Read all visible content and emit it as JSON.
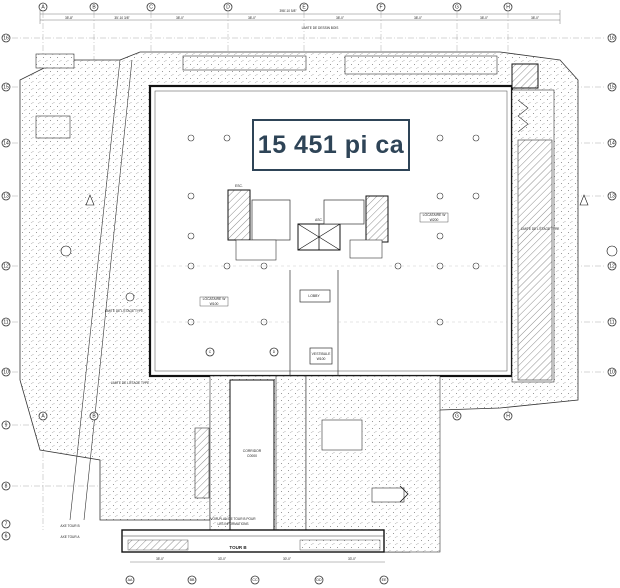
{
  "area_label": "15 451 pi ca",
  "top_dimension": "398'-10 5/8\"",
  "top_note": "LIMITE DE DESSIN BOIS",
  "column_labels": [
    "A",
    "B",
    "C",
    "D",
    "E",
    "F",
    "G",
    "H"
  ],
  "row_labels": [
    "16",
    "15",
    "14",
    "13",
    "12",
    "11",
    "10",
    "9",
    "8",
    "7",
    "6"
  ],
  "bottom_labels": [
    "AA",
    "BB",
    "CC",
    "DD",
    "EE"
  ],
  "rooms": {
    "locataire_w": "LOCATAIRE W",
    "locataire_w_no": "W100",
    "locataire_w2": "LOCATAIRE W",
    "locataire_w2_no": "W200",
    "lobby": "LOBBY",
    "corridor": "CORRIDOR",
    "corridor_no": "C0000",
    "vestibule": "VESTIBULE",
    "vestibule_no": "W100",
    "elev": "ASC.",
    "stair": "ESC."
  },
  "notes": {
    "tower": "TOUR B",
    "see_plan": "VOIR PLAN DE TOUR B POUR",
    "see_plan2": "LES INFORMATIONS",
    "limit_l": "LIMITE DE L'ÉTAGE TYPE",
    "limit_r": "LIMITE DE L'ÉTAGE TYPE",
    "limit_b": "LIMITE DE L'ÉTAGE TYPE",
    "axe_tour": "AXE TOUR B",
    "axe_tour2": "AXE TOUR A"
  },
  "dimensions": {
    "d1": "35'-8\"",
    "d2": "35'-10 3/8\"",
    "d3": "38'-0\"",
    "d4": "38'-0\"",
    "d5": "38'-0\"",
    "d6": "38'-0\"",
    "d7": "38'-0\"",
    "d8": "38'-0\"",
    "b1": "35'-0\"",
    "b2": "33'-0\"",
    "b3": "30'-0\"",
    "b4": "33'-0\""
  }
}
